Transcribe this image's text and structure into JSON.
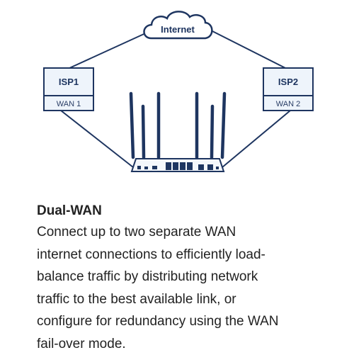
{
  "diagram": {
    "cloud_label": "Internet",
    "isp1": {
      "label": "ISP1",
      "wan": "WAN 1"
    },
    "isp2": {
      "label": "ISP2",
      "wan": "WAN 2"
    },
    "colors": {
      "stroke": "#1e3560",
      "box_fill": "#eef4fb",
      "router_fill": "#f4f7fb"
    }
  },
  "feature": {
    "title": "Dual-WAN",
    "lines": [
      "Connect up to two separate WAN",
      "internet connections to efficiently load-",
      "balance traffic by distributing network",
      "traffic to the best available link, or",
      "configure for redundancy using the WAN",
      "fail-over mode."
    ]
  }
}
